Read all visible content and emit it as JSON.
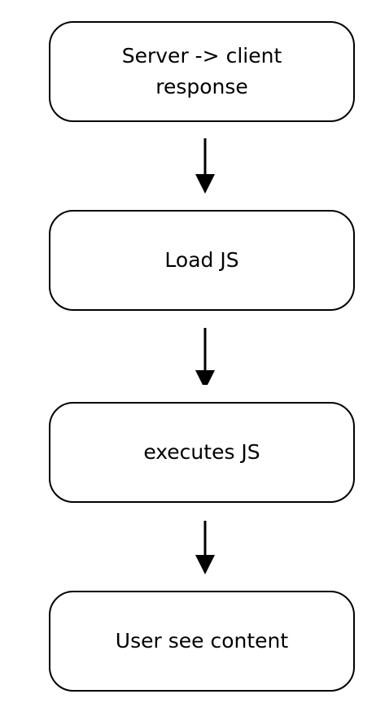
{
  "flowchart": {
    "nodes": [
      {
        "label": "Server -> client response"
      },
      {
        "label": "Load JS"
      },
      {
        "label": "executes JS"
      },
      {
        "label": "User see content"
      }
    ]
  },
  "colors": {
    "stroke": "#000000",
    "fill": "#ffffff",
    "text": "#000000"
  }
}
